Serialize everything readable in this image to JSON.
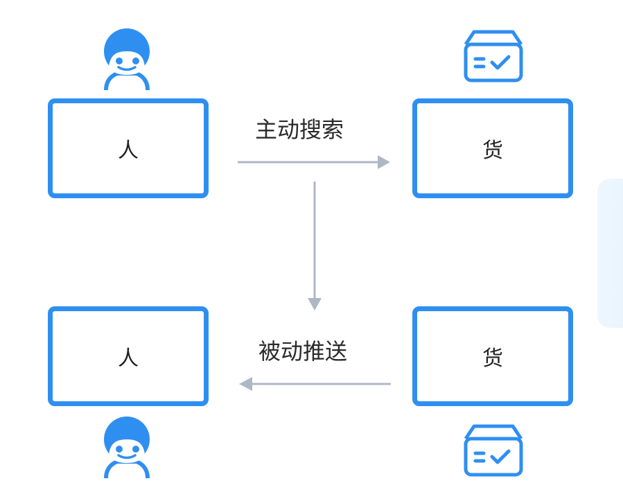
{
  "nodes": {
    "top_left": "人",
    "top_right": "货",
    "bottom_left": "人",
    "bottom_right": "货"
  },
  "edges": {
    "top": "主动搜索",
    "bottom": "被动推送"
  },
  "icons": {
    "person": "smiling-person-icon",
    "box": "package-check-icon"
  },
  "colors": {
    "accent": "#2f8ff0",
    "arrow": "#aeb7c4",
    "text": "#2a2a2a"
  }
}
